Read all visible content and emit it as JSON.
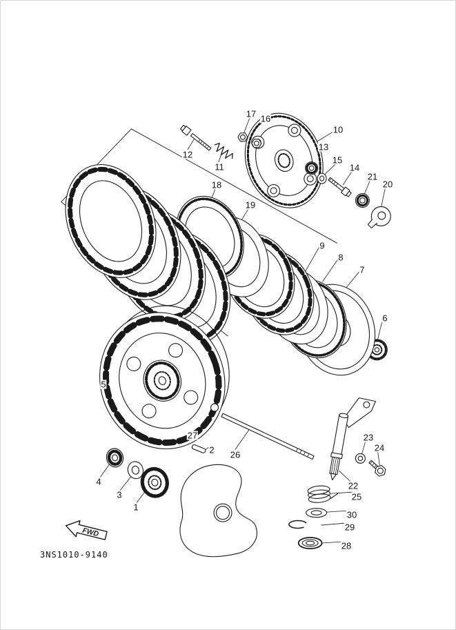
{
  "diagram": {
    "code": "3NS1010-9140",
    "fwd_label": "FWD",
    "ink_color": "#1a1a1a",
    "background_color": "#ffffff"
  },
  "callouts": {
    "1": "1",
    "2": "2",
    "3": "3",
    "4": "4",
    "5": "5",
    "6": "6",
    "7": "7",
    "8": "8",
    "9": "9",
    "10": "10",
    "11": "11",
    "12": "12",
    "13": "13",
    "14": "14",
    "15": "15",
    "16": "16",
    "17": "17",
    "18": "18",
    "19": "19",
    "20": "20",
    "21": "21",
    "22": "22",
    "23": "23",
    "24": "24",
    "25": "25",
    "26": "26",
    "27": "27",
    "28": "28",
    "29": "29",
    "30": "30"
  }
}
